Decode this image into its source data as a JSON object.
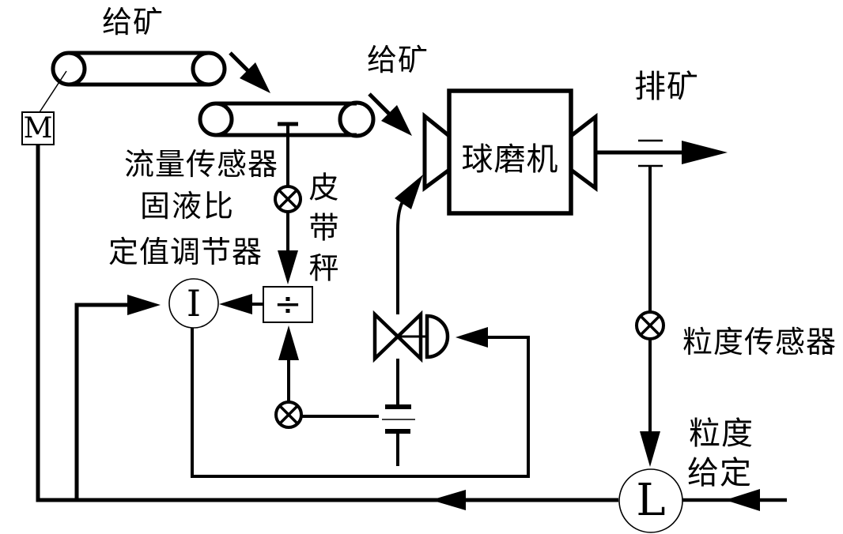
{
  "colors": {
    "ink": "#000000",
    "background": "#ffffff"
  },
  "labels": {
    "feed_ore_top": "给矿",
    "feed_ore_mill": "给矿",
    "discharge_ore": "排矿",
    "flow_sensor": "流量传感器",
    "solid_liquid_ratio": "固液比",
    "setpoint_regulator": "定值调节器",
    "belt_scale": "皮带秤",
    "ball_mill": "球磨机",
    "particle_size_sensor": "粒度传感器",
    "particle_size": "粒度",
    "setpoint": "给定"
  },
  "symbols": {
    "motor": "M",
    "ratio_regulator": "I",
    "particle_size_regulator": "L",
    "divider": "÷",
    "sensor_icon": "circle-with-x"
  }
}
